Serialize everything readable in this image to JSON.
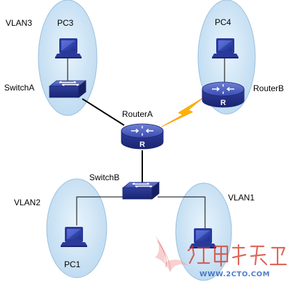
{
  "diagram": {
    "vlans": {
      "vlan3": "VLAN3",
      "vlan2": "VLAN2",
      "vlan1": "VLAN1"
    },
    "devices": {
      "pc3": "PC3",
      "pc4": "PC4",
      "pc1": "PC1",
      "switch_a": "SwitchA",
      "switch_b": "SwitchB",
      "router_a": "RouterA",
      "router_b": "RouterB",
      "router_glyph": "R"
    },
    "watermark": {
      "site": "WWW.2CTO.COM"
    },
    "colors": {
      "vlan_fill": "#cfe6f7",
      "vlan_stroke": "#8eb4d4",
      "device_blue": "#2d3d9e",
      "device_dark": "#1a2470",
      "link_color": "#000000",
      "serial_link": "#ffb400",
      "watermark_red": "#d23a2a",
      "watermark_blue": "#3b6fc0"
    }
  }
}
